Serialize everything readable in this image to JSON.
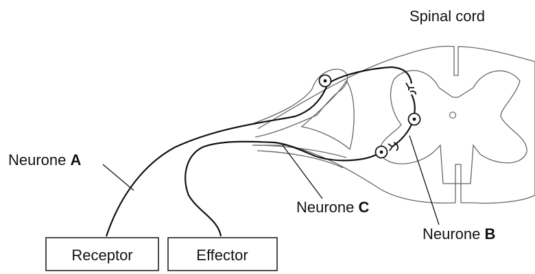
{
  "labels": {
    "spinal_cord": "Spinal cord",
    "neurone_a_prefix": "Neurone ",
    "neurone_a_letter": "A",
    "neurone_b_prefix": "Neurone ",
    "neurone_b_letter": "B",
    "neurone_c_prefix": "Neurone ",
    "neurone_c_letter": "C",
    "receptor": "Receptor",
    "effector": "Effector"
  },
  "colors": {
    "line": "#111111",
    "outline": "#666666",
    "background": "#ffffff"
  }
}
